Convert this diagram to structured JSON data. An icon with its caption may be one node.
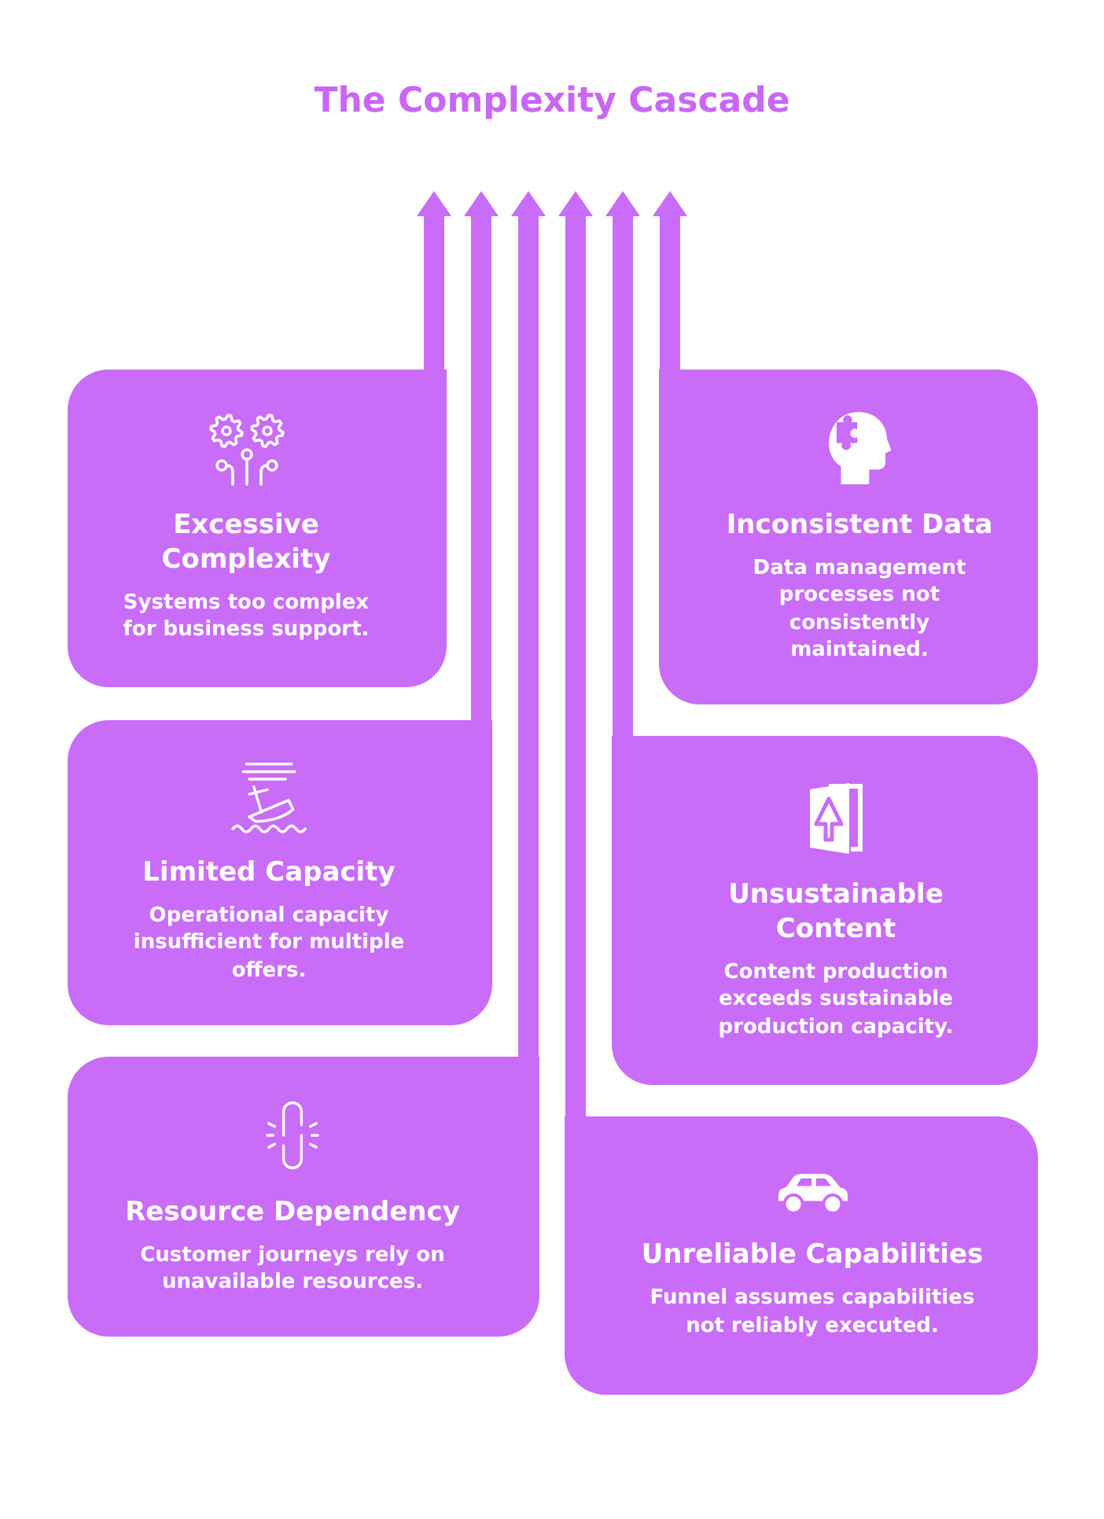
{
  "diagram": {
    "title": "The Complexity Cascade",
    "nodes": [
      {
        "text": [
          "Excessive Complexity",
          "Systems too complex for business support."
        ]
      },
      {
        "text": [
          "Inconsistent Data",
          "Data management processes not consistently maintained."
        ]
      },
      {
        "text": [
          "Limited Capacity",
          "Operational capacity insufficient for multiple offers."
        ]
      },
      {
        "text": [
          "Unsustainable Content",
          "Content production exceeds sustainable production capacity."
        ]
      },
      {
        "text": [
          "Resource Dependency",
          "Customer journeys rely on unavailable resources."
        ]
      },
      {
        "text": [
          "Unreliable Capabilities",
          "Funnel assumes capabilities not reliably executed."
        ]
      }
    ],
    "edges": [
      {
        "from": 0,
        "to": null,
        "arrow": "to"
      },
      {
        "from": 2,
        "to": null,
        "arrow": "to"
      },
      {
        "from": 4,
        "to": null,
        "arrow": "to"
      },
      {
        "from": 5,
        "to": null,
        "arrow": "to"
      },
      {
        "from": 3,
        "to": null,
        "arrow": "to"
      },
      {
        "from": 1,
        "to": null,
        "arrow": "to"
      }
    ]
  }
}
